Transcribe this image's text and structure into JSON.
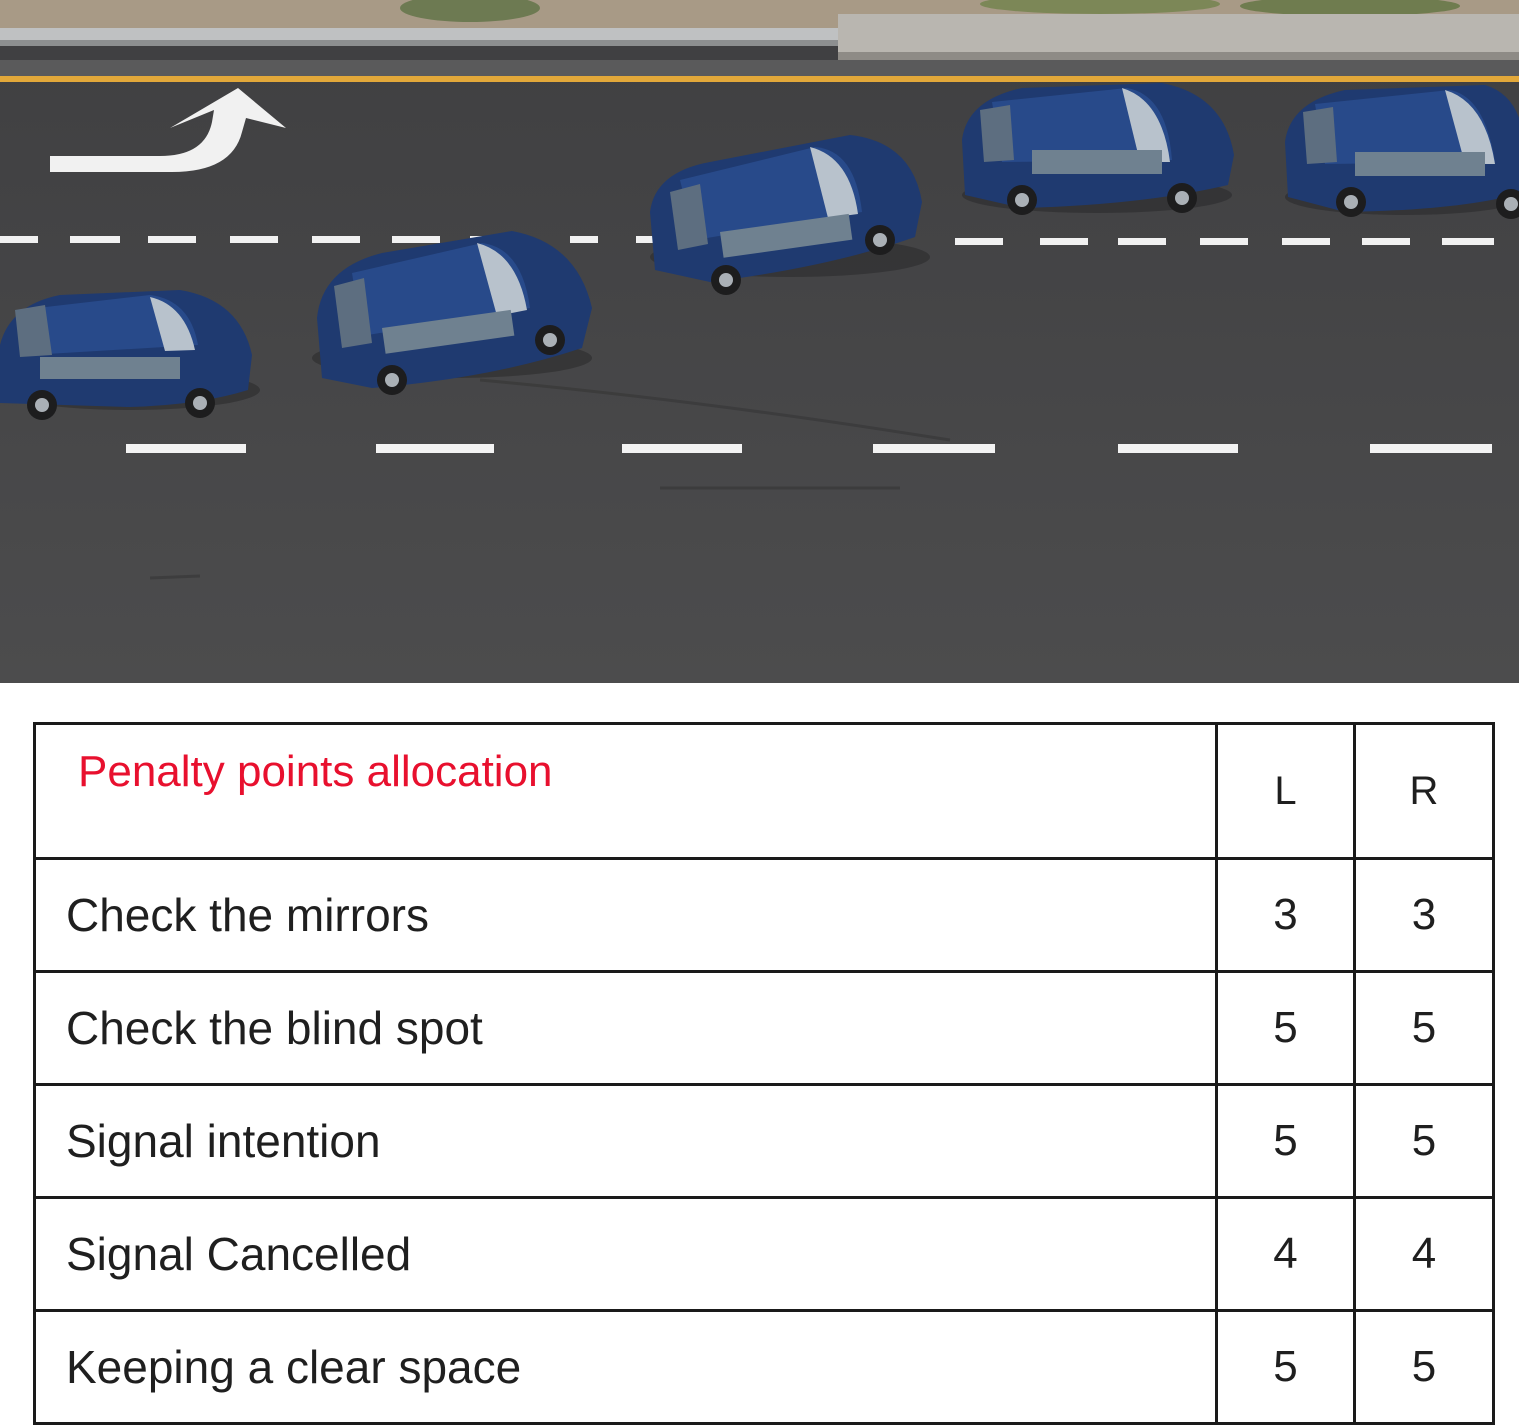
{
  "table": {
    "title": "Penalty points allocation",
    "title_color": "#e8102e",
    "columns": [
      "L",
      "R"
    ],
    "rows": [
      {
        "label": "Check the mirrors",
        "L": "3",
        "R": "3"
      },
      {
        "label": "Check the blind spot",
        "L": "5",
        "R": "5"
      },
      {
        "label": "Signal intention",
        "L": "5",
        "R": "5"
      },
      {
        "label": "Signal Cancelled",
        "L": "4",
        "R": "4"
      },
      {
        "label": "Keeping a clear space",
        "L": "5",
        "R": "5"
      }
    ]
  },
  "photo": {
    "road_color": "#4a4a4b",
    "car_color": "#1f3a70",
    "center_line_color": "#e2a83a",
    "arrow_icon": "turn-arrow-icon"
  }
}
